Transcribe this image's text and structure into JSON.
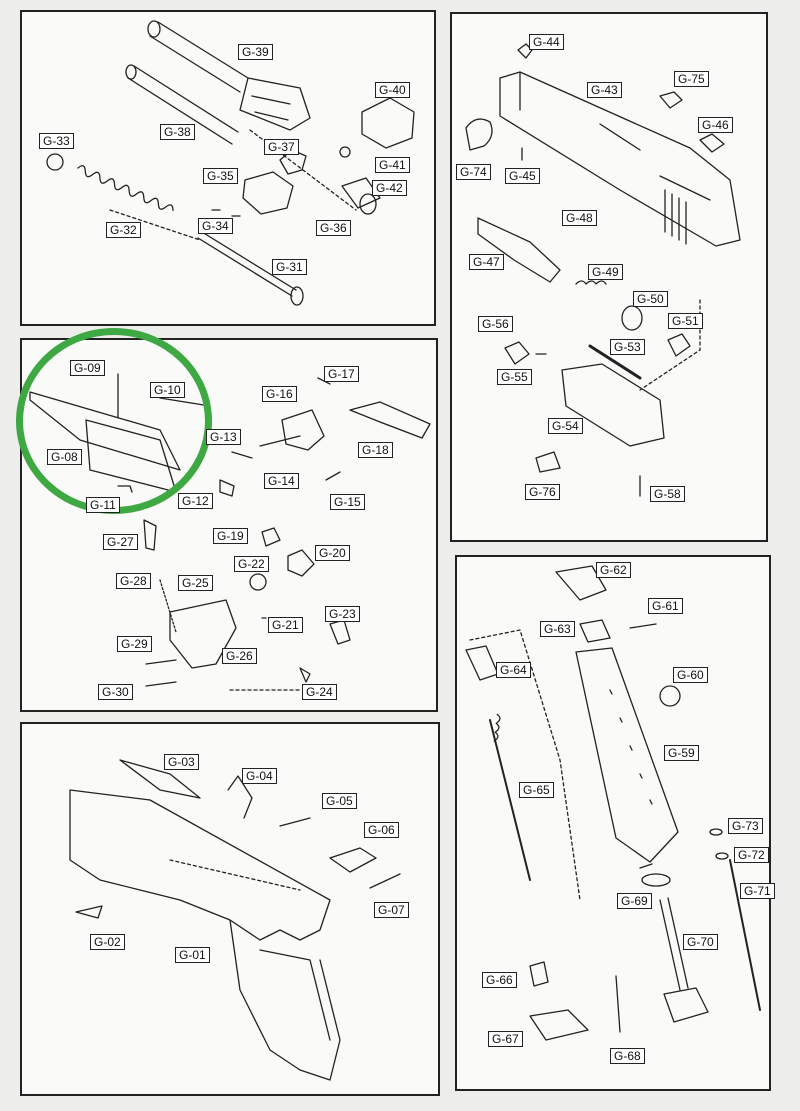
{
  "diagram": {
    "highlight_color": "#3ea843",
    "panels": [
      {
        "id": "p1",
        "labels": [
          "G-39",
          "G-40",
          "G-33",
          "G-38",
          "G-37",
          "G-41",
          "G-35",
          "G-42",
          "G-34",
          "G-32",
          "G-36",
          "G-31"
        ]
      },
      {
        "id": "p2",
        "labels": [
          "G-44",
          "G-75",
          "G-43",
          "G-46",
          "G-74",
          "G-45",
          "G-48",
          "G-47",
          "G-49",
          "G-50",
          "G-51",
          "G-56",
          "G-53",
          "G-55",
          "G-54",
          "G-76",
          "G-58"
        ]
      },
      {
        "id": "p3",
        "labels": [
          "G-09",
          "G-17",
          "G-10",
          "G-16",
          "G-13",
          "G-18",
          "G-08",
          "G-14",
          "G-15",
          "G-11",
          "G-12",
          "G-19",
          "G-27",
          "G-22",
          "G-20",
          "G-28",
          "G-25",
          "G-23",
          "G-21",
          "G-29",
          "G-26",
          "G-30",
          "G-24"
        ]
      },
      {
        "id": "p4",
        "labels": [
          "G-62",
          "G-61",
          "G-63",
          "G-64",
          "G-60",
          "G-59",
          "G-65",
          "G-73",
          "G-72",
          "G-71",
          "G-69",
          "G-70",
          "G-66",
          "G-67",
          "G-68"
        ]
      },
      {
        "id": "p5",
        "labels": [
          "G-03",
          "G-04",
          "G-05",
          "G-06",
          "G-07",
          "G-02",
          "G-01"
        ]
      }
    ]
  },
  "labels": {
    "g01": "G-01",
    "g02": "G-02",
    "g03": "G-03",
    "g04": "G-04",
    "g05": "G-05",
    "g06": "G-06",
    "g07": "G-07",
    "g08": "G-08",
    "g09": "G-09",
    "g10": "G-10",
    "g11": "G-11",
    "g12": "G-12",
    "g13": "G-13",
    "g14": "G-14",
    "g15": "G-15",
    "g16": "G-16",
    "g17": "G-17",
    "g18": "G-18",
    "g19": "G-19",
    "g20": "G-20",
    "g21": "G-21",
    "g22": "G-22",
    "g23": "G-23",
    "g24": "G-24",
    "g25": "G-25",
    "g26": "G-26",
    "g27": "G-27",
    "g28": "G-28",
    "g29": "G-29",
    "g30": "G-30",
    "g31": "G-31",
    "g32": "G-32",
    "g33": "G-33",
    "g34": "G-34",
    "g35": "G-35",
    "g36": "G-36",
    "g37": "G-37",
    "g38": "G-38",
    "g39": "G-39",
    "g40": "G-40",
    "g41": "G-41",
    "g42": "G-42",
    "g43": "G-43",
    "g44": "G-44",
    "g45": "G-45",
    "g46": "G-46",
    "g47": "G-47",
    "g48": "G-48",
    "g49": "G-49",
    "g50": "G-50",
    "g51": "G-51",
    "g53": "G-53",
    "g54": "G-54",
    "g55": "G-55",
    "g56": "G-56",
    "g58": "G-58",
    "g59": "G-59",
    "g60": "G-60",
    "g61": "G-61",
    "g62": "G-62",
    "g63": "G-63",
    "g64": "G-64",
    "g65": "G-65",
    "g66": "G-66",
    "g67": "G-67",
    "g68": "G-68",
    "g69": "G-69",
    "g70": "G-70",
    "g71": "G-71",
    "g72": "G-72",
    "g73": "G-73",
    "g74": "G-74",
    "g75": "G-75",
    "g76": "G-76"
  }
}
